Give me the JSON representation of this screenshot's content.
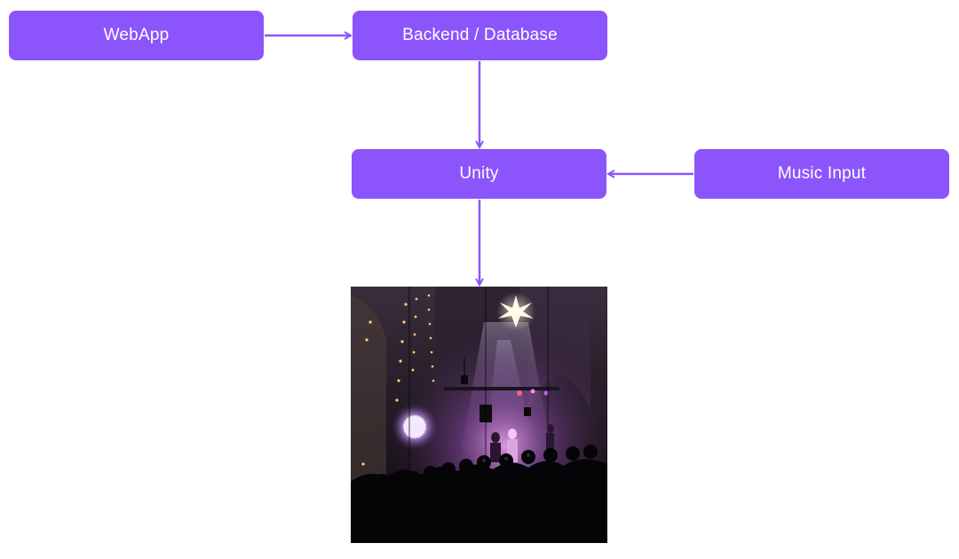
{
  "theme": {
    "node_color": "#8b55fb",
    "edge_color": "#8b55fb",
    "text_color": "#ffffff"
  },
  "nodes": {
    "webapp": {
      "label": "WebApp"
    },
    "backend": {
      "label": "Backend / Database"
    },
    "unity": {
      "label": "Unity"
    },
    "music_input": {
      "label": "Music Input"
    }
  },
  "edges": [
    {
      "from": "WebApp",
      "to": "Backend / Database"
    },
    {
      "from": "Backend / Database",
      "to": "Unity"
    },
    {
      "from": "Music Input",
      "to": "Unity"
    },
    {
      "from": "Unity",
      "to": "output"
    }
  ],
  "output": {
    "icon": "concert-photo"
  }
}
